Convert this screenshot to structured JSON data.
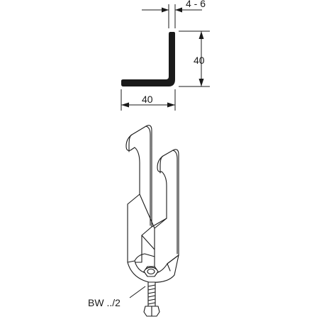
{
  "dimensions": {
    "thickness_label": "4 - 6",
    "height_label": "40",
    "width_label": "40"
  },
  "callouts": {
    "part_label": "BW ../2"
  }
}
